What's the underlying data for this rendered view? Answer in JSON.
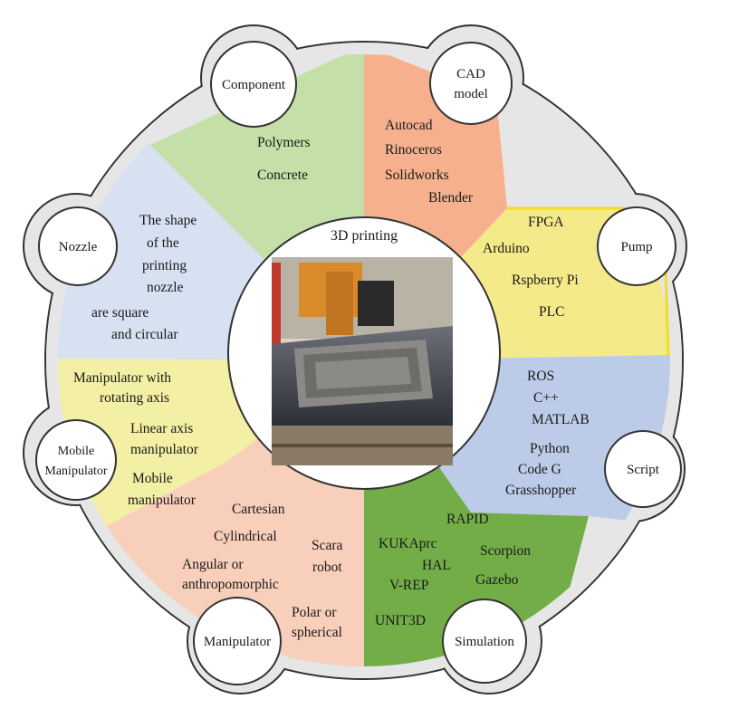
{
  "center": {
    "title": "3D printing"
  },
  "segments": {
    "component": {
      "badge": [
        "Component"
      ],
      "lines": [
        "Polymers",
        "Concrete"
      ]
    },
    "cad": {
      "badge": [
        "CAD",
        "model"
      ],
      "lines": [
        "Autocad",
        "Rinoceros",
        "Solidworks",
        "Blender"
      ]
    },
    "pump": {
      "badge": [
        "Pump"
      ],
      "lines": [
        "FPGA",
        "Arduino",
        "Rspberry Pi",
        "PLC"
      ]
    },
    "script": {
      "badge": [
        "Script"
      ],
      "lines": [
        "ROS",
        "C++",
        "MATLAB",
        "Python",
        "Code G",
        "Grasshopper"
      ]
    },
    "simulation": {
      "badge": [
        "Simulation"
      ],
      "lines": [
        "RAPID",
        "KUKAprc",
        "Scorpion",
        "HAL",
        "V-REP",
        "Gazebo",
        "UNIT3D"
      ]
    },
    "manipulator": {
      "badge": [
        "Manipulator"
      ],
      "lines": [
        "Cartesian",
        "Cylindrical",
        "Scara",
        "robot",
        "Angular or",
        "anthropomorphic",
        "Polar or",
        "spherical"
      ]
    },
    "mobile": {
      "badge": [
        "Mobile",
        "Manipulator"
      ],
      "lines": [
        "Manipulator with",
        "rotating axis",
        "Linear axis",
        "manipulator",
        "Mobile",
        "manipulator"
      ]
    },
    "nozzle": {
      "badge": [
        "Nozzle"
      ],
      "lines": [
        "The shape",
        "of the",
        "printing",
        "nozzle",
        "are square",
        "and circular"
      ]
    }
  },
  "colors": {
    "green": "#c5dfa8",
    "orange": "#f6b08e",
    "yellow": "#f5ea8a",
    "yellow_border": "#f0dc2a",
    "blue": "#bccce8",
    "dark_green": "#72ad47",
    "peach": "#f8cfbb",
    "pale_yellow": "#f3efa4",
    "pale_blue": "#d7e1f2",
    "outer_ring": "#e6e6e6",
    "outline": "#333333"
  }
}
